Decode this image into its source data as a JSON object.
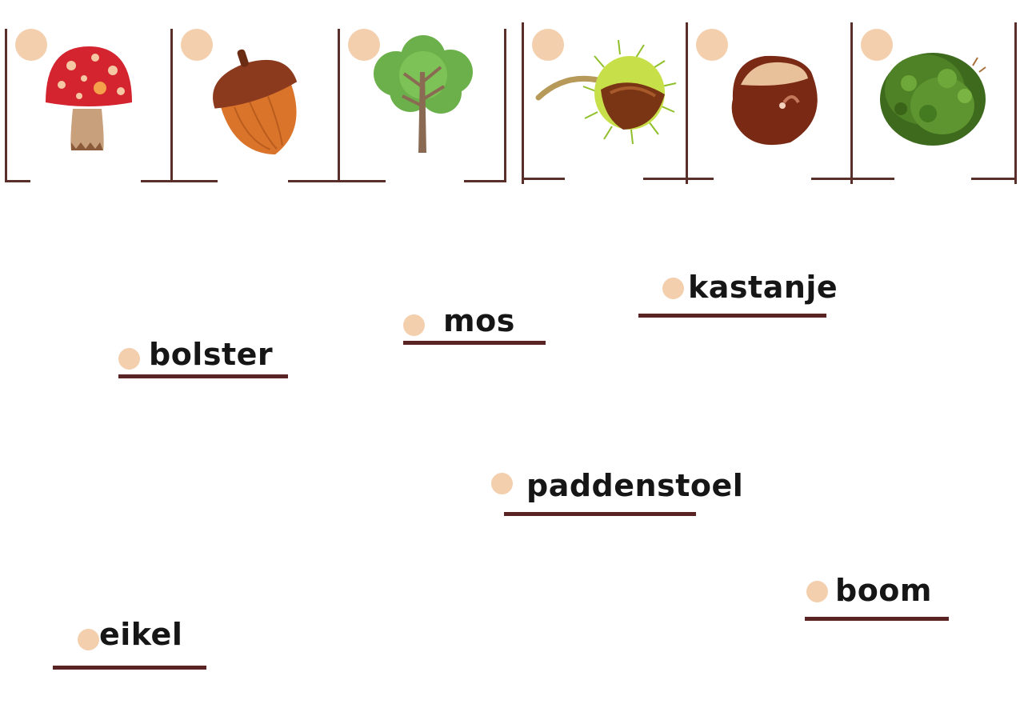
{
  "cards": [
    {
      "id": "paddenstoel",
      "icon": "mushroom-icon"
    },
    {
      "id": "eikel",
      "icon": "acorn-icon"
    },
    {
      "id": "boom",
      "icon": "tree-icon"
    },
    {
      "id": "bolster",
      "icon": "chestnut-husk-icon"
    },
    {
      "id": "kastanje",
      "icon": "chestnut-icon"
    },
    {
      "id": "mos",
      "icon": "moss-icon"
    }
  ],
  "words": {
    "bolster": "bolster",
    "mos": "mos",
    "kastanje": "kastanje",
    "paddenstoel": "paddenstoel",
    "boom": "boom",
    "eikel": "eikel"
  },
  "colors": {
    "dot": "#f3cfad",
    "line": "#5a2f2a",
    "underline": "#5a2324"
  }
}
